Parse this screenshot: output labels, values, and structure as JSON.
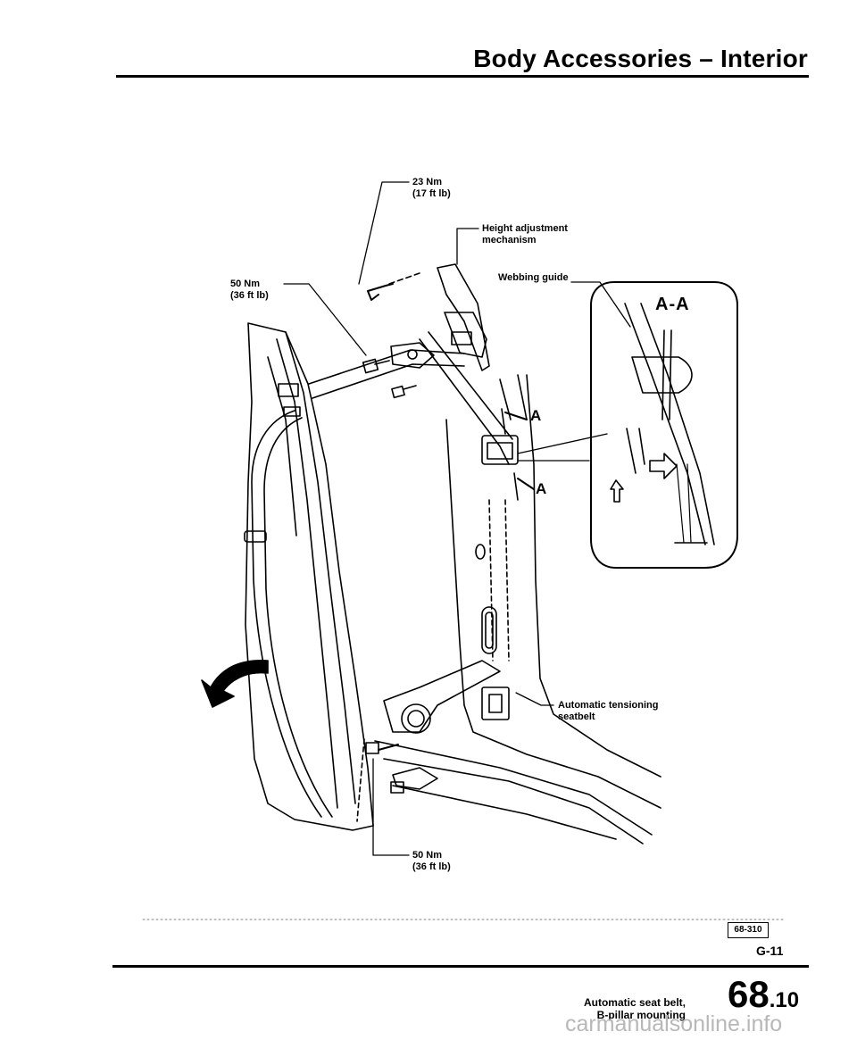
{
  "header": {
    "title": "Body Accessories – Interior"
  },
  "callouts": {
    "torque_top_nm": "23 Nm",
    "torque_top_ftlb": "(17 ft lb)",
    "height_adj_line1": "Height adjustment",
    "height_adj_line2": "mechanism",
    "webbing_guide": "Webbing guide",
    "torque_left_nm": "50 Nm",
    "torque_left_ftlb": "(36 ft lb)",
    "section_marker": "A",
    "detail_view": "A-A",
    "auto_belt_line1": "Automatic tensioning",
    "auto_belt_line2": "seatbelt",
    "torque_bottom_nm": "50 Nm",
    "torque_bottom_ftlb": "(36 ft lb)"
  },
  "figure": {
    "code": "68-310",
    "page_ref": "G-11"
  },
  "footer": {
    "desc_line1": "Automatic seat belt,",
    "desc_line2": "B-pillar mounting",
    "section_main": "68",
    "section_sub": ".10"
  },
  "watermark": "carmanualsonline.info"
}
